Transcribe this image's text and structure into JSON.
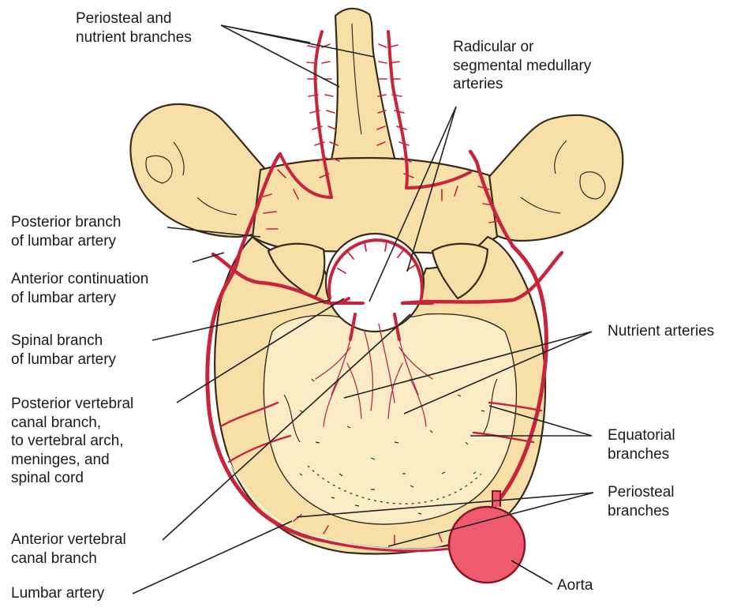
{
  "labels": {
    "periosteal_nutrient": [
      "Periosteal and",
      "nutrient branches"
    ],
    "radicular": [
      "Radicular or",
      "segmental medullary",
      "arteries"
    ],
    "posterior_branch": [
      "Posterior branch",
      "of lumbar artery"
    ],
    "anterior_continuation": [
      "Anterior continuation",
      "of lumbar artery"
    ],
    "spinal_branch": [
      "Spinal branch",
      "of lumbar artery"
    ],
    "posterior_canal": [
      "Posterior vertebral",
      "canal branch,",
      "to vertebral arch,",
      "meninges, and",
      "spinal cord"
    ],
    "anterior_canal": [
      "Anterior vertebral",
      "canal branch"
    ],
    "lumbar_artery": [
      "Lumbar artery"
    ],
    "nutrient_arteries": [
      "Nutrient arteries"
    ],
    "equatorial": [
      "Equatorial",
      "branches"
    ],
    "periosteal": [
      "Periosteal",
      "branches"
    ],
    "aorta": [
      "Aorta"
    ]
  },
  "colors": {
    "bone_fill": "#f6e0a8",
    "bone_light": "#fbecc6",
    "outline": "#3a2a1a",
    "artery": "#c8243c",
    "artery_dark": "#8e1426",
    "aorta_fill": "#ee5a6e",
    "leader": "#222222"
  }
}
